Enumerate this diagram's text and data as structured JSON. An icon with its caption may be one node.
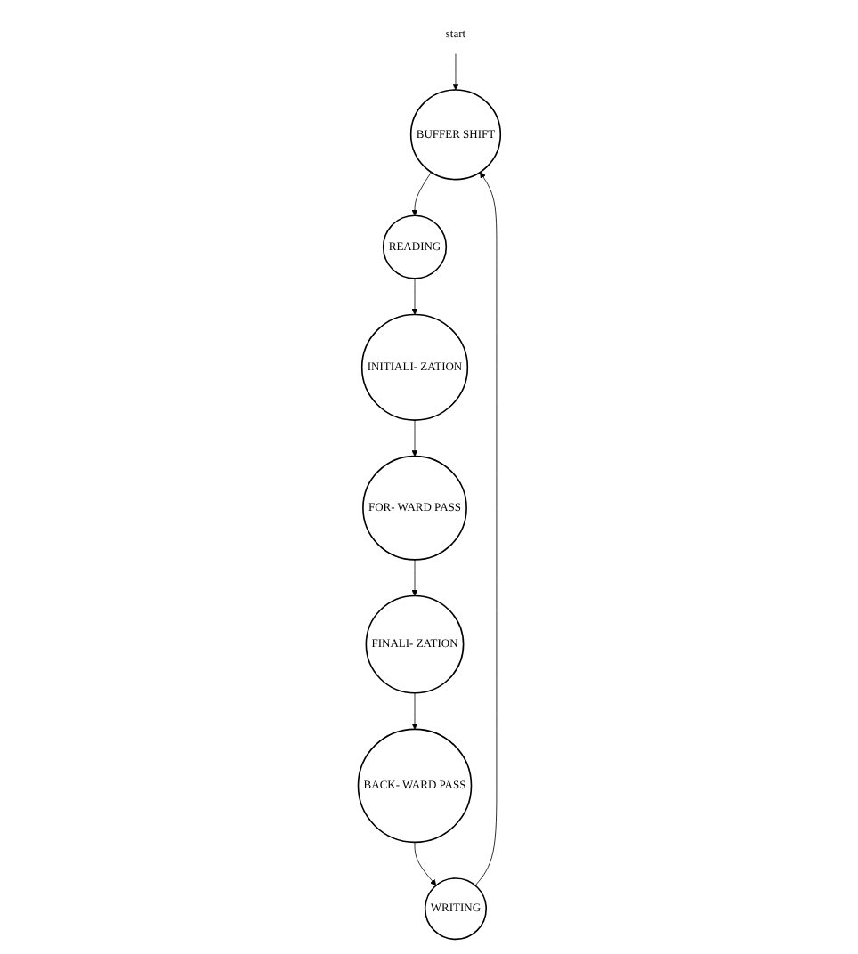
{
  "diagram": {
    "nodes": [
      {
        "text": [
          "start"
        ]
      },
      {
        "text": [
          "BUFFER SHIFT"
        ]
      },
      {
        "text": [
          "READING"
        ]
      },
      {
        "text": [
          "INITIALI- ZATION"
        ]
      },
      {
        "text": [
          "FOR- WARD PASS"
        ]
      },
      {
        "text": [
          "FINALI- ZATION"
        ]
      },
      {
        "text": [
          "BACK- WARD PASS"
        ]
      },
      {
        "text": [
          "WRITING"
        ]
      }
    ],
    "edges": [
      {
        "from": 0,
        "to": 1,
        "arrow": "to"
      },
      {
        "from": 1,
        "to": 2,
        "arrow": "to"
      },
      {
        "from": 2,
        "to": 3,
        "arrow": "to"
      },
      {
        "from": 3,
        "to": 4,
        "arrow": "to"
      },
      {
        "from": 4,
        "to": 5,
        "arrow": "to"
      },
      {
        "from": 5,
        "to": 6,
        "arrow": "to"
      },
      {
        "from": 6,
        "to": 7,
        "arrow": "to"
      },
      {
        "from": 7,
        "to": 1,
        "arrow": "to"
      }
    ]
  }
}
